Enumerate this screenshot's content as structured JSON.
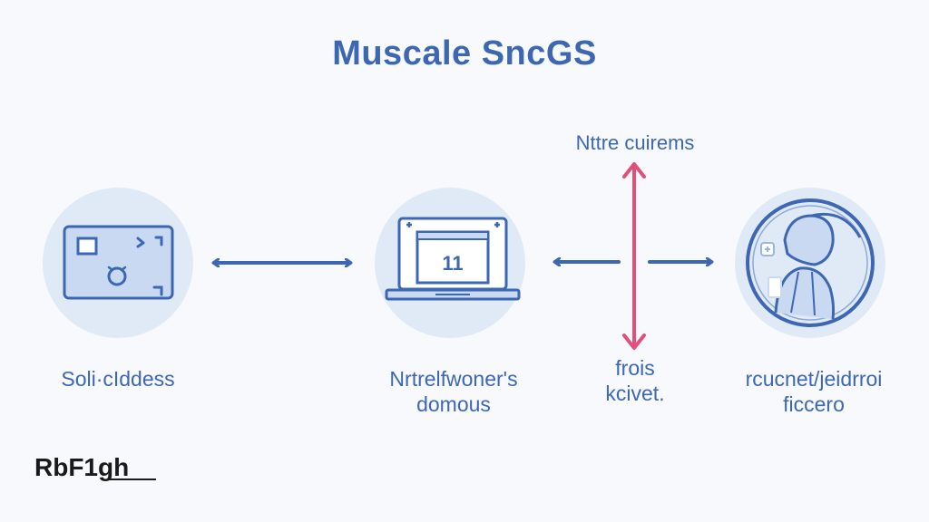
{
  "title": "Muscale SncGS",
  "top_label": "Nttre cuirems",
  "nodes": [
    {
      "label_lines": [
        "Soli·cIddess"
      ],
      "icon": "card-icon"
    },
    {
      "label_lines": [
        "Nrtrelfwoner's",
        "domous"
      ],
      "icon": "laptop-icon",
      "screen_text": "11"
    },
    {
      "label_lines": [
        "frois",
        "kcivet."
      ],
      "icon": "vertical-arrow-icon"
    },
    {
      "label_lines": [
        "rcucnet/jeidrroi",
        "ficcero"
      ],
      "icon": "person-icon"
    }
  ],
  "logo": "RbF1gh",
  "colors": {
    "primary": "#3d67b3",
    "accent": "#e0507a",
    "circle": "#e0eaf7",
    "background": "#f7f9fc"
  }
}
